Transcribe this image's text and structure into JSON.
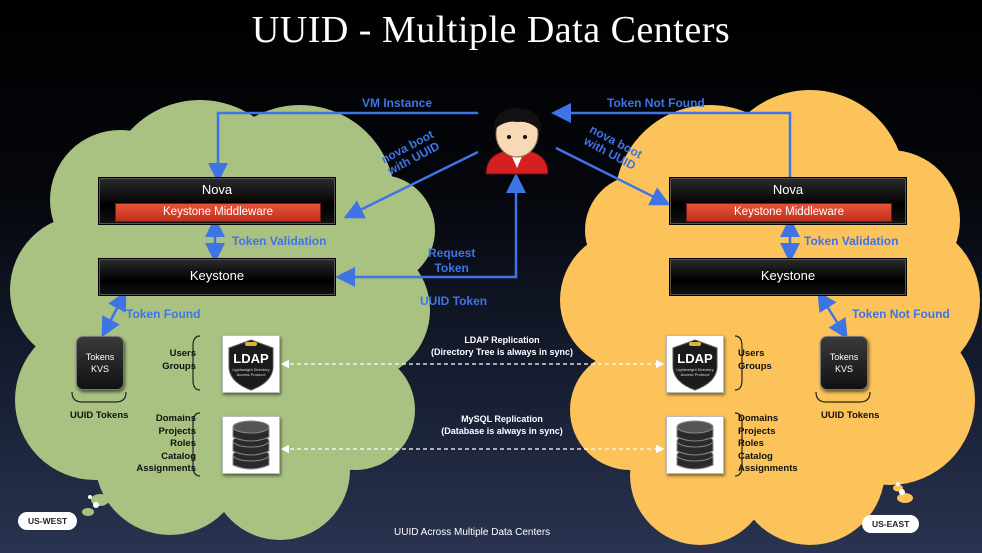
{
  "title": "UUID - Multiple Data Centers",
  "footer": "UUID Across Multiple Data Centers",
  "labels": {
    "vm_instance": "VM Instance",
    "token_not_found_top": "Token Not Found",
    "nova_boot_left": "nova boot\nwith UUID",
    "nova_boot_right": "nova boot\nwith UUID",
    "request_token": "Request\nToken",
    "uuid_token": "UUID Token",
    "token_validation_left": "Token Validation",
    "token_validation_right": "Token Validation",
    "token_found": "Token Found",
    "token_not_found_right": "Token Not Found",
    "ldap_replication": "LDAP Replication\n(Directory Tree is always in sync)",
    "mysql_replication": "MySQL Replication\n(Database is always in sync)"
  },
  "west": {
    "region": "US-WEST",
    "nova": "Nova",
    "middleware": "Keystone Middleware",
    "keystone": "Keystone",
    "kvs": "Tokens\nKVS",
    "uuid_tokens": "UUID Tokens",
    "ldap_items": "Users\nGroups",
    "sql_items": "Domains\nProjects\nRoles\nCatalog\nAssignments"
  },
  "east": {
    "region": "US-EAST",
    "nova": "Nova",
    "middleware": "Keystone Middleware",
    "keystone": "Keystone",
    "kvs": "Tokens\nKVS",
    "uuid_tokens": "UUID Tokens",
    "ldap_items": "Users\nGroups",
    "sql_items": "Domains\nProjects\nRoles\nCatalog\nAssignments"
  },
  "ldap_logo": {
    "word": "LDAP",
    "sub": "Lightweight Directory\nAccess Protocol"
  },
  "colors": {
    "west_cloud": "#a9c281",
    "east_cloud": "#fcc35a",
    "arrow": "#3f74e6",
    "middleware": "#d8432a"
  }
}
